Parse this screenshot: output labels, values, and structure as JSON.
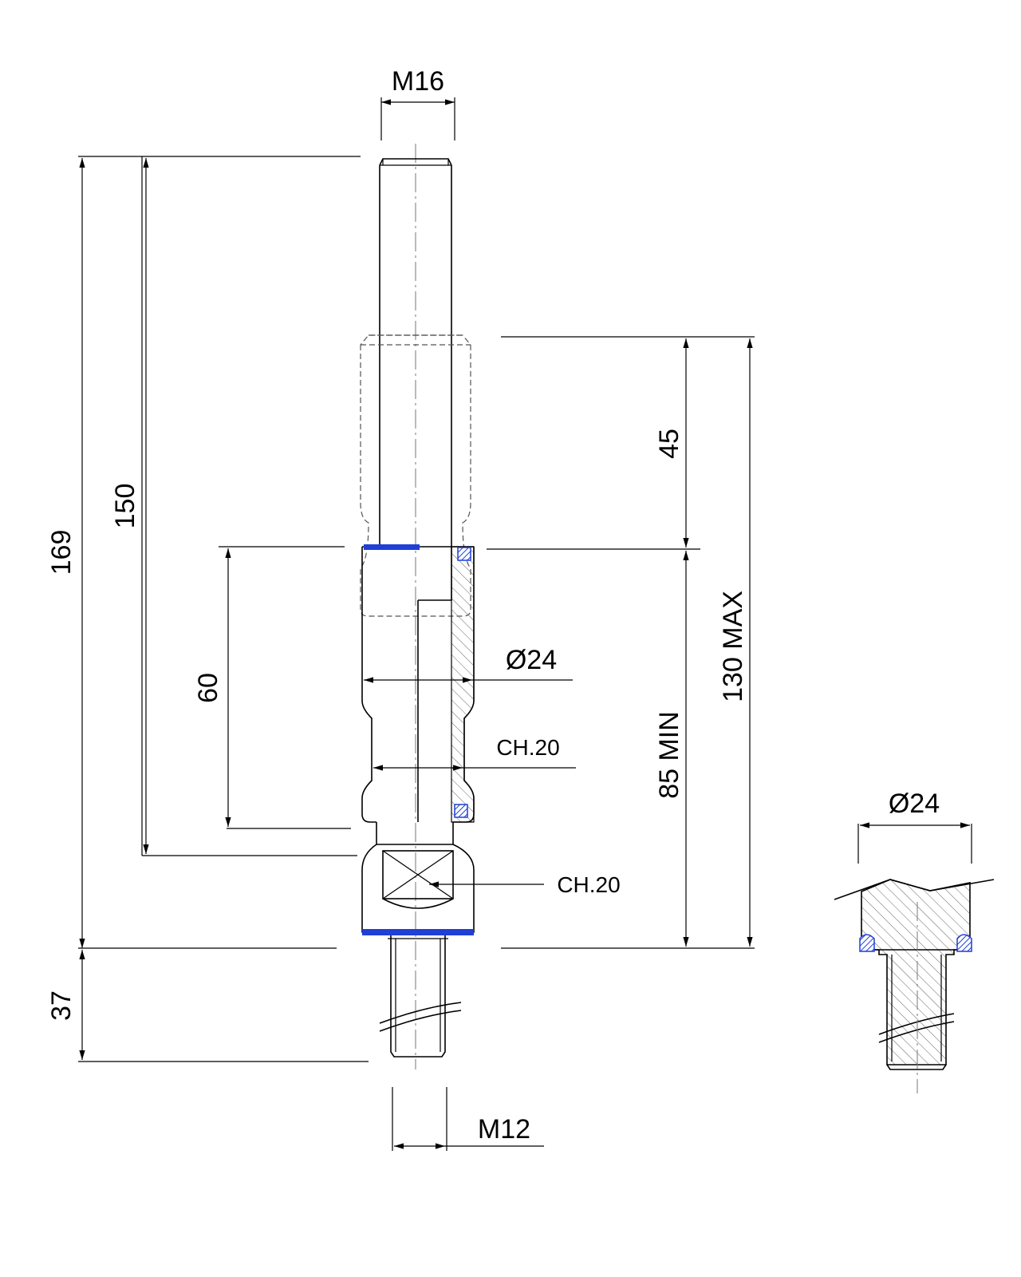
{
  "dimensions": {
    "m16": "M16",
    "d169": "169",
    "d150": "150",
    "d45": "45",
    "d60": "60",
    "d130max": "130 MAX",
    "d85min": "85 MIN",
    "dia24": "Ø24",
    "ch20_a": "CH.20",
    "ch20_b": "CH.20",
    "d37": "37",
    "m12": "M12"
  },
  "detail": {
    "dia24": "Ø24"
  },
  "colors": {
    "seal": "#1f3fd6",
    "line": "#000000",
    "hidden": "#555555",
    "hatch": "#666666"
  }
}
